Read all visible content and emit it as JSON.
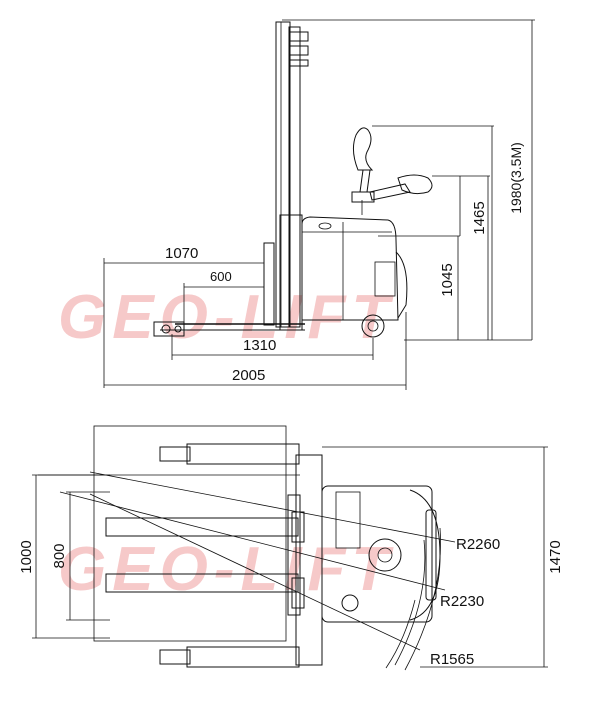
{
  "watermark": {
    "text": "GEO-LIFT",
    "color": "#f6c9c9"
  },
  "side_view": {
    "dimensions": {
      "d1070": "1070",
      "d600": "600",
      "d1310": "1310",
      "d2005": "2005",
      "d1045": "1045",
      "d1465": "1465",
      "d1980": "1980(3.5M)"
    }
  },
  "top_view": {
    "dimensions": {
      "d1000": "1000",
      "d800": "800",
      "d1470": "1470",
      "r2260": "R2260",
      "r2230": "R2230",
      "r1565": "R1565"
    }
  }
}
